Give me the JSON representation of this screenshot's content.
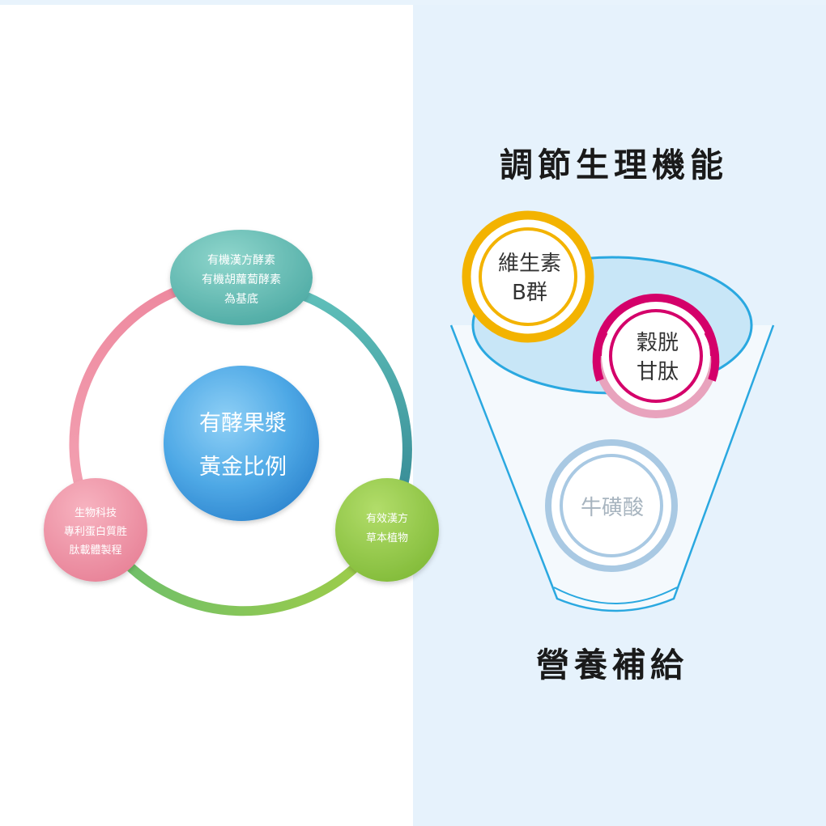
{
  "left": {
    "center": {
      "line1": "有酵果漿",
      "line2": "黃金比例"
    },
    "top_node": {
      "line1": "有機漢方酵素",
      "line2": "有機胡蘿蔔酵素",
      "line3": "為基底"
    },
    "left_node": {
      "line1": "生物科技",
      "line2": "專利蛋白質胜",
      "line3": "肽載體製程"
    },
    "right_node": {
      "line1": "有效漢方",
      "line2": "草本植物"
    }
  },
  "right": {
    "title": "調節生理機能",
    "bottom_title": "營養補給",
    "ring_yellow": {
      "line1": "維生素",
      "line2": "B群"
    },
    "ring_magenta": {
      "line1": "穀胱",
      "line2": "甘肽"
    },
    "ring_blue": {
      "line1": "牛磺酸"
    }
  },
  "colors": {
    "right_bg": "#e6f2fc",
    "teal": "#5fb8b0",
    "pink": "#ee8fa0",
    "green": "#8cc63f",
    "center_blue": "#4aa3e2",
    "funnel_outline": "#2aa8e0",
    "yellow": "#f3b300",
    "magenta": "#d4006a",
    "light_blue_ring": "#a9c9e3"
  }
}
